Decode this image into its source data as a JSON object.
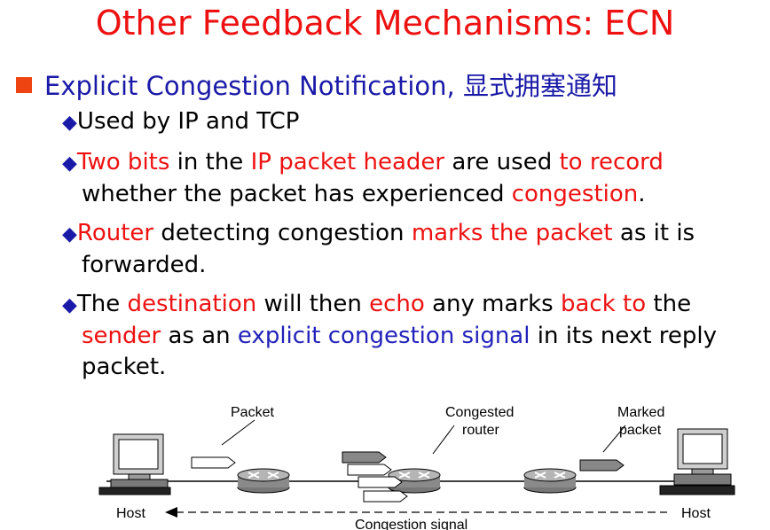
{
  "title": "Other Feedback Mechanisms: ECN",
  "heading": {
    "text": "Explicit Congestion Notification,",
    "chinese": "显式拥塞通知"
  },
  "bullets": [
    {
      "segments": [
        {
          "text": "Used by IP and TCP",
          "color": "black"
        }
      ]
    },
    {
      "segments": [
        {
          "text": "Two bits",
          "color": "red"
        },
        {
          "text": " in the ",
          "color": "black"
        },
        {
          "text": "IP packet header",
          "color": "red"
        },
        {
          "text": " are used ",
          "color": "black"
        },
        {
          "text": "to record",
          "color": "red"
        },
        {
          "text": "\nwhether the packet has experienced ",
          "color": "black"
        },
        {
          "text": "congestion",
          "color": "red"
        },
        {
          "text": ".",
          "color": "black"
        }
      ]
    },
    {
      "segments": [
        {
          "text": "Router",
          "color": "red"
        },
        {
          "text": " detecting congestion ",
          "color": "black"
        },
        {
          "text": "marks the packet",
          "color": "red"
        },
        {
          "text": " as it is\nforwarded.",
          "color": "black"
        }
      ]
    },
    {
      "segments": [
        {
          "text": "The ",
          "color": "black"
        },
        {
          "text": "destination",
          "color": "red"
        },
        {
          "text": " will then ",
          "color": "black"
        },
        {
          "text": "echo",
          "color": "red"
        },
        {
          "text": " any marks ",
          "color": "black"
        },
        {
          "text": "back to",
          "color": "red"
        },
        {
          "text": " the\n",
          "color": "black"
        },
        {
          "text": "sender",
          "color": "red"
        },
        {
          "text": " as an ",
          "color": "black"
        },
        {
          "text": "explicit congestion signal",
          "color": "blue"
        },
        {
          "text": " in its next reply\npacket.",
          "color": "black"
        }
      ]
    }
  ],
  "diagram": {
    "label_packet": "Packet",
    "label_congested_1": "Congested",
    "label_congested_2": "router",
    "label_marked_1": "Marked",
    "label_marked_2": "packet",
    "label_host_left": "Host",
    "label_host_right": "Host",
    "label_signal": "Congestion signal"
  },
  "colors": {
    "title": "#ee1111",
    "heading": "#1a1aa8",
    "highlight_red": "#ee1111",
    "highlight_blue": "#2222bb",
    "square_bullet": "#ee4411"
  }
}
